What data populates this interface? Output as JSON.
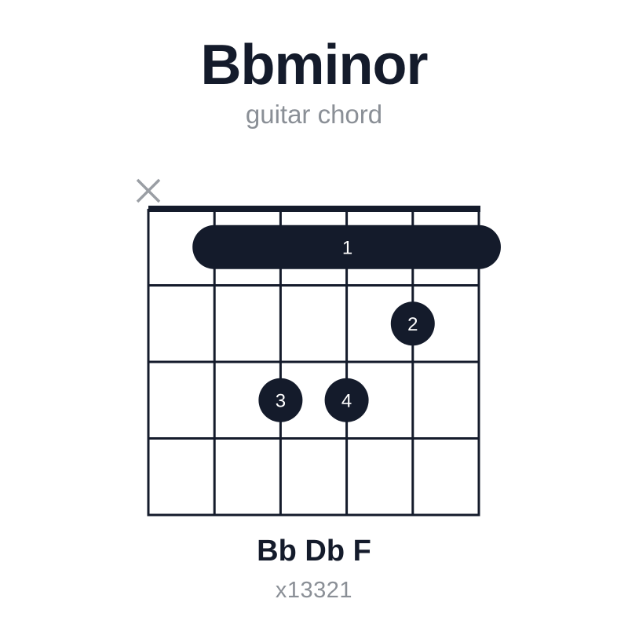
{
  "chord": {
    "name": "Bbminor",
    "subtitle": "guitar chord",
    "notes": "Bb Db F",
    "fingering": "x13321"
  },
  "diagram": {
    "strings": 6,
    "frets_shown": 4,
    "muted_strings": [
      1
    ],
    "barre": {
      "fret": 1,
      "from_string": 2,
      "to_string": 6,
      "finger": "1"
    },
    "dots": [
      {
        "string": 5,
        "fret": 2,
        "finger": "2"
      },
      {
        "string": 3,
        "fret": 3,
        "finger": "3"
      },
      {
        "string": 4,
        "fret": 3,
        "finger": "4"
      }
    ],
    "colors": {
      "ink": "#141b2b",
      "muted_marker": "#9a9ea4",
      "finger_text": "#ffffff"
    },
    "icons": {
      "muted": "x-mark-icon"
    }
  }
}
